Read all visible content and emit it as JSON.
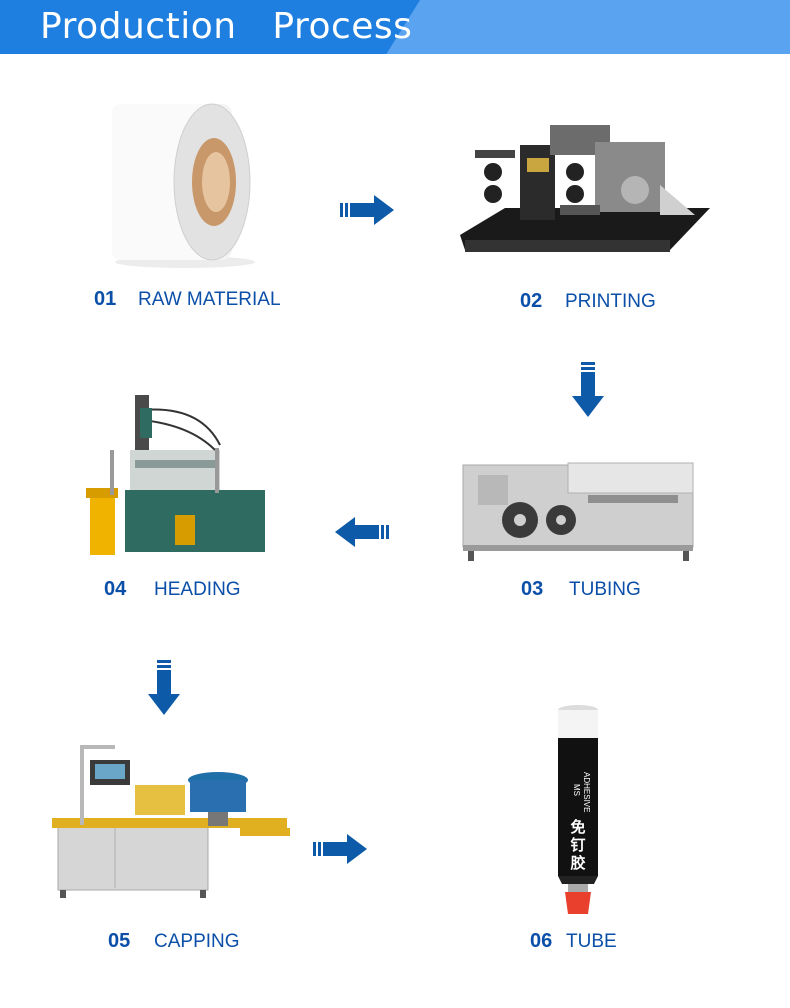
{
  "header": {
    "title": "Production   Process"
  },
  "steps": [
    {
      "num": "01",
      "label": "RAW MATERIAL"
    },
    {
      "num": "02",
      "label": "PRINTING"
    },
    {
      "num": "03",
      "label": "TUBING"
    },
    {
      "num": "04",
      "label": "HEADING"
    },
    {
      "num": "05",
      "label": "CAPPING"
    },
    {
      "num": "06",
      "label": "TUBE"
    }
  ],
  "tube_print": {
    "line1": "MS",
    "line2": "ADHESIVE",
    "chars": [
      "免",
      "钉",
      "胶"
    ]
  },
  "colors": {
    "accent": "#1e7fe0",
    "header_light": "#5aa3f0",
    "label": "#0b4fa8",
    "arrow": "#0d5aa8"
  }
}
